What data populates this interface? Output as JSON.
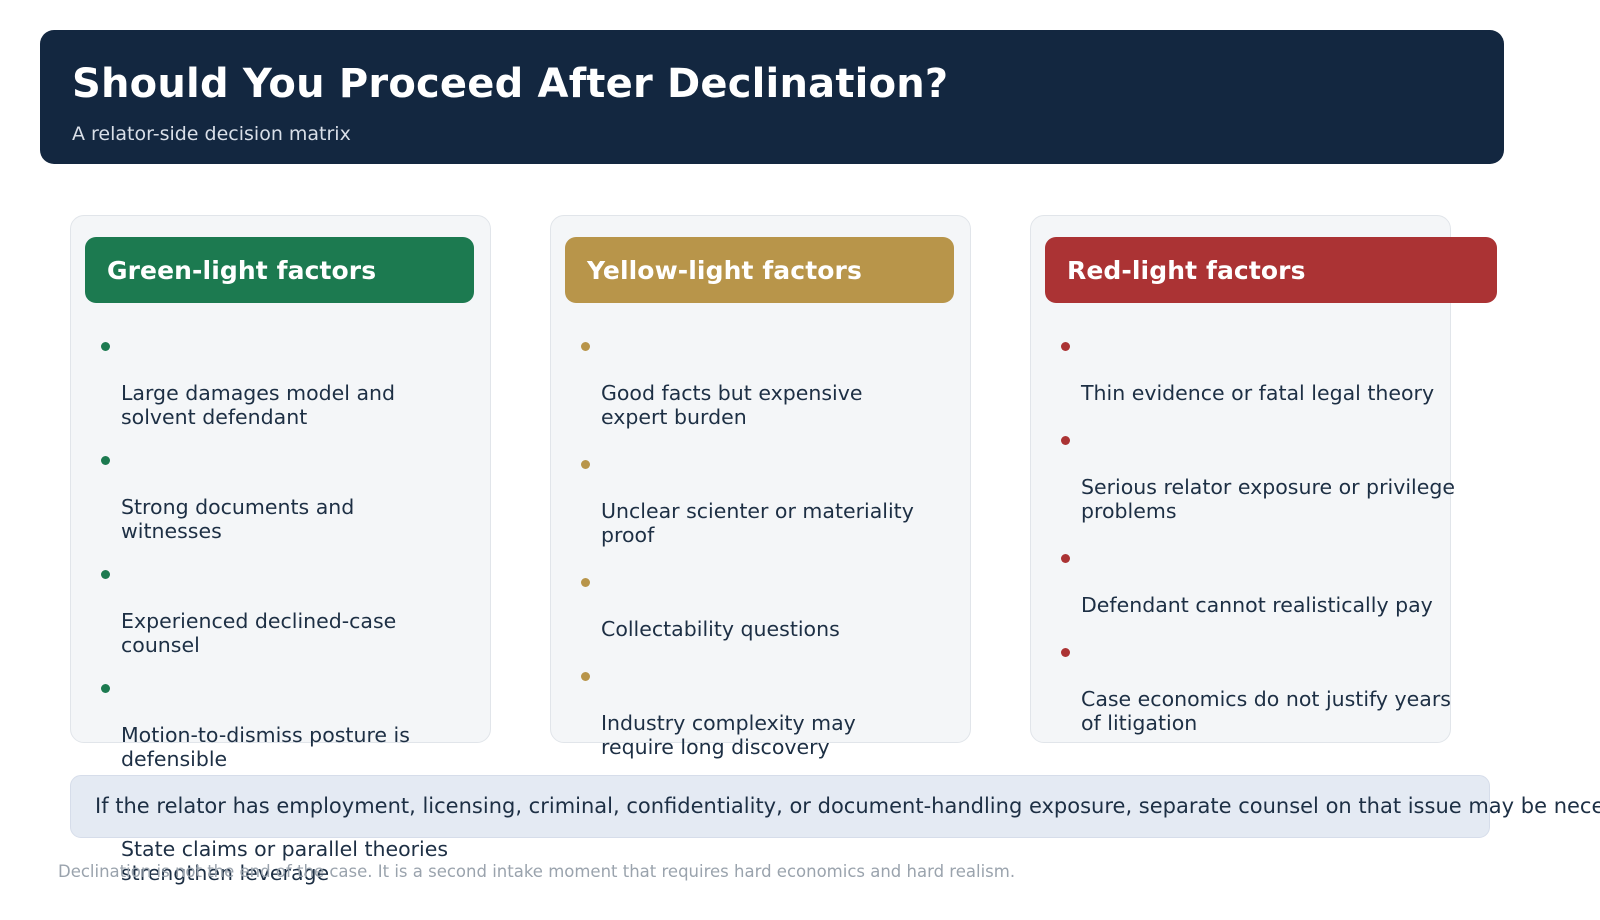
{
  "header": {
    "title": "Should You Proceed After Declination?",
    "subtitle": "A relator-side decision matrix",
    "background_color": "#132740"
  },
  "cards": [
    {
      "id": "green-light",
      "title": "Green-light factors",
      "accent_color": "#1c7a50",
      "items": [
        "Large damages model and\nsolvent defendant",
        "Strong documents and\nwitnesses",
        "Experienced declined-case\ncounsel",
        "Motion-to-dismiss posture is\ndefensible",
        "State claims or parallel theories\nstrengthen leverage"
      ]
    },
    {
      "id": "yellow-light",
      "title": "Yellow-light factors",
      "accent_color": "#b8954a",
      "items": [
        "Good facts but expensive\nexpert burden",
        "Unclear scienter or materiality\nproof",
        "Collectability questions",
        "Industry complexity may\nrequire long discovery"
      ]
    },
    {
      "id": "red-light",
      "title": "Red-light factors",
      "accent_color": "#ab3334",
      "items": [
        "Thin evidence or fatal legal theory",
        "Serious relator exposure or privilege\nproblems",
        "Defendant cannot realistically pay",
        "Case economics do not justify years\nof litigation"
      ]
    }
  ],
  "callout": {
    "text": "If the relator has employment, licensing, criminal, confidentiality, or document-handling exposure, separate counsel on that issue may be necessary.",
    "background_color": "#e4eaf3"
  },
  "footer": {
    "note": "Declination is not the end of the case. It is a second intake moment that requires hard economics and hard realism."
  }
}
